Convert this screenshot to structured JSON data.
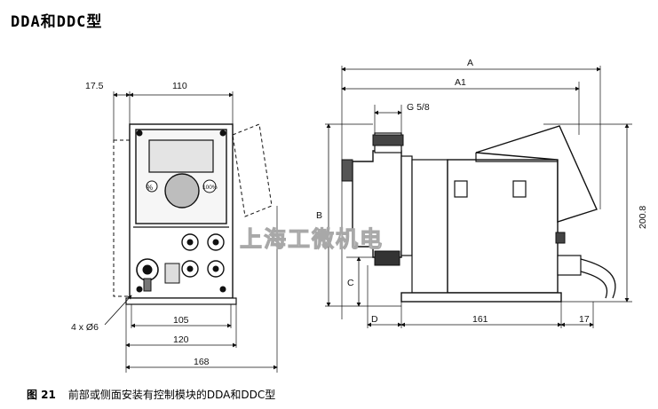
{
  "title": "DDA和DDC型",
  "caption": {
    "figure": "图 21",
    "text": "前部或侧面安装有控制模块的DDA和DDC型"
  },
  "watermark": "上海工微机电",
  "front_view": {
    "dims": {
      "left_offset": "17.5",
      "top_width": "110",
      "hole": "4 x Ø6",
      "base_inner": "105",
      "base_mid": "120",
      "base_total": "168"
    },
    "keypad_left": "%",
    "keypad_right": "100%"
  },
  "side_view": {
    "dims": {
      "a": "A",
      "a1": "A1",
      "g": "G 5/8",
      "b": "B",
      "c": "C",
      "d": "D",
      "w161": "161",
      "w17": "17",
      "h200": "200.8"
    }
  }
}
